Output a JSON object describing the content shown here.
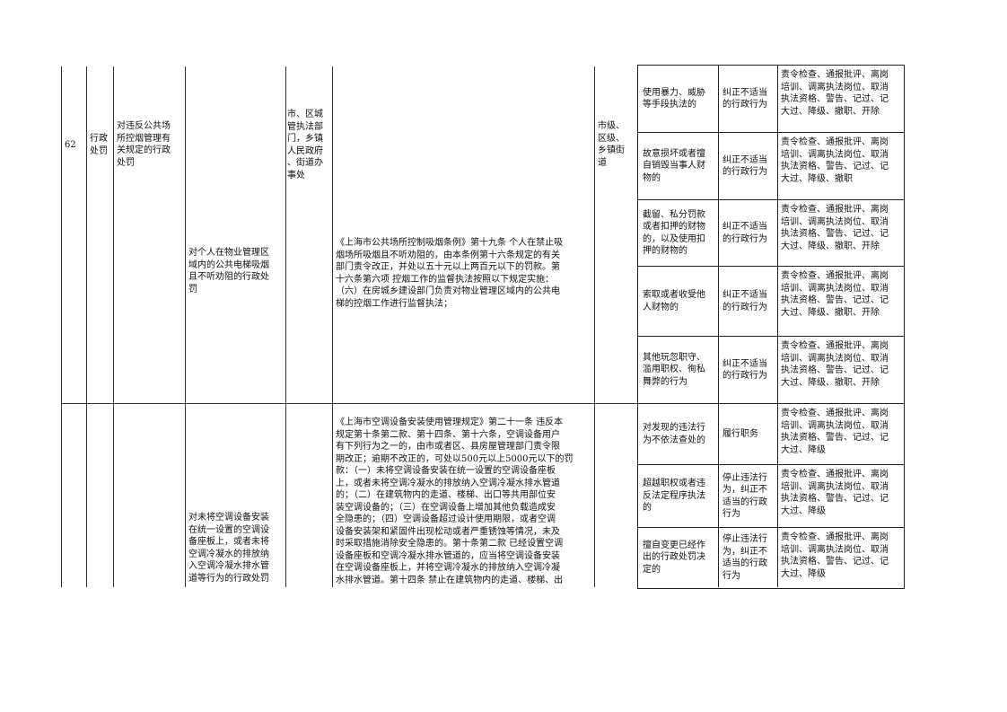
{
  "row62": {
    "number": "62",
    "category": "行政\n处罚",
    "item_name": "对违反公共场\n所控烟管理有\n关规定的行政\n处罚",
    "sub_item_name": "对个人在物业管理区\n域内的公共电梯吸烟\n且不听劝阻的行政处\n罚",
    "subject": "市、区城\n管执法部\n门，乡镇\n人民政府\n、街道办\n事处",
    "basis": "《上海市公共场所控制吸烟条例》第十九条 个人在禁止吸\n烟场所吸烟且不听劝阻的，由本条例第十六条规定的有关\n部门责令改正，并处以五十元以上两百元以下的罚款。第\n十六条第六项 控烟工作的监督执法按照以下规定实施：\n（六）在房城乡建设部门负责对物业管理区域内的公共电\n梯的控烟工作进行监督执法；",
    "level": "市级、\n区级、\n乡镇街\n道"
  },
  "row63": {
    "sub_item_name": "对未将空调设备安装\n在统一设置的空调设\n备座板上，或者未将\n空调冷凝水的排放纳\n入空调冷凝水排水管\n道等行为的行政处罚",
    "basis": "《上海市空调设备安装使用管理规定》第二十一条 违反本\n规定第十条第二款、第十四条、第十六条，空调设备用户\n有下列行为之一的，由市或者区、县房屋管理部门责令限\n期改正；逾期不改正的，可处以500元以上5000元以下的罚\n款：（一）未将空调设备安装在统一设置的空调设备座板\n上，或者未将空调冷凝水的排放纳入空调冷凝水排水管道\n的；（二）在建筑物内的走道、楼梯、出口等共用部位安\n装空调设备的；（三）在空调设备上增加其他负载造成安\n全隐患的；（四）空调设备超过设计使用期限，或者空调\n设备安装架和紧固件出现松动或者严重锈蚀等情况，未及\n时采取措施消除安全隐患的。第十条第二款 已经设置空调\n设备座板和空调冷凝水排水管道的，应当将空调设备安装\n在空调设备座板上，并将空调冷凝水的排放纳入空调冷凝\n水排水管道。第十四条 禁止在建筑物内的走道、楼梯、出"
  },
  "accountability": [
    {
      "situation": "使用暴力、威胁\n等手段执法的",
      "method": "纠正不适当\n的行政行为",
      "sanction": "责令检查、通报批评、离岗\n培训、调离执法岗位、取消\n执法资格、警告、记过、记\n大过、降级、撤职、开除"
    },
    {
      "situation": "故意损坏或者擅\n自销毁当事人财\n物的",
      "method": "纠正不适当\n的行政行为",
      "sanction": "责令检查、通报批评、离岗\n培训、调离执法岗位、取消\n执法资格、警告、记过、记\n大过、降级、撤职"
    },
    {
      "situation": "截留、私分罚款\n或者扣押的财物\n的，以及使用扣\n押的财物的",
      "method": "纠正不适当\n的行政行为",
      "sanction": "责令检查、通报批评、离岗\n培训、调离执法岗位、取消\n执法资格、警告、记过、记\n大过、降级、撤职、开除"
    },
    {
      "situation": "索取或者收受他\n人财物的",
      "method": "纠正不适当\n的行政行为",
      "sanction": "责令检查、通报批评、离岗\n培训、调离执法岗位、取消\n执法资格、警告、记过、记\n大过、降级、撤职、开除"
    },
    {
      "situation": "其他玩忽职守、\n滥用职权、徇私\n舞弊的行为",
      "method": "纠正不适当\n的行政行为",
      "sanction": "责令检查、通报批评、离岗\n培训、调离执法岗位、取消\n执法资格、警告、记过、记\n大过、降级、撤职、开除"
    },
    {
      "situation": "对发现的违法行\n为不依法查处的",
      "method": "履行职务",
      "sanction": "责令检查、通报批评、离岗\n培训、调离执法岗位、取消\n执法资格、警告、记过、记\n大过、降级"
    },
    {
      "situation": "超越职权或者违\n反法定程序执法\n的",
      "method": "停止违法行\n为，纠正不\n适当的行政\n行为",
      "sanction": "责令检查、通报批评、离岗\n培训、调离执法岗位、取消\n执法资格、警告、记过、记\n大过、降级"
    },
    {
      "situation": "擅自变更已经作\n出的行政处罚决\n定的",
      "method": "停止违法行\n为，纠正不\n适当的行政\n行为",
      "sanction": "责令检查、通报批评、离岗\n培训、调离执法岗位、取消\n执法资格、警告、记过、记\n大过、降级"
    }
  ]
}
